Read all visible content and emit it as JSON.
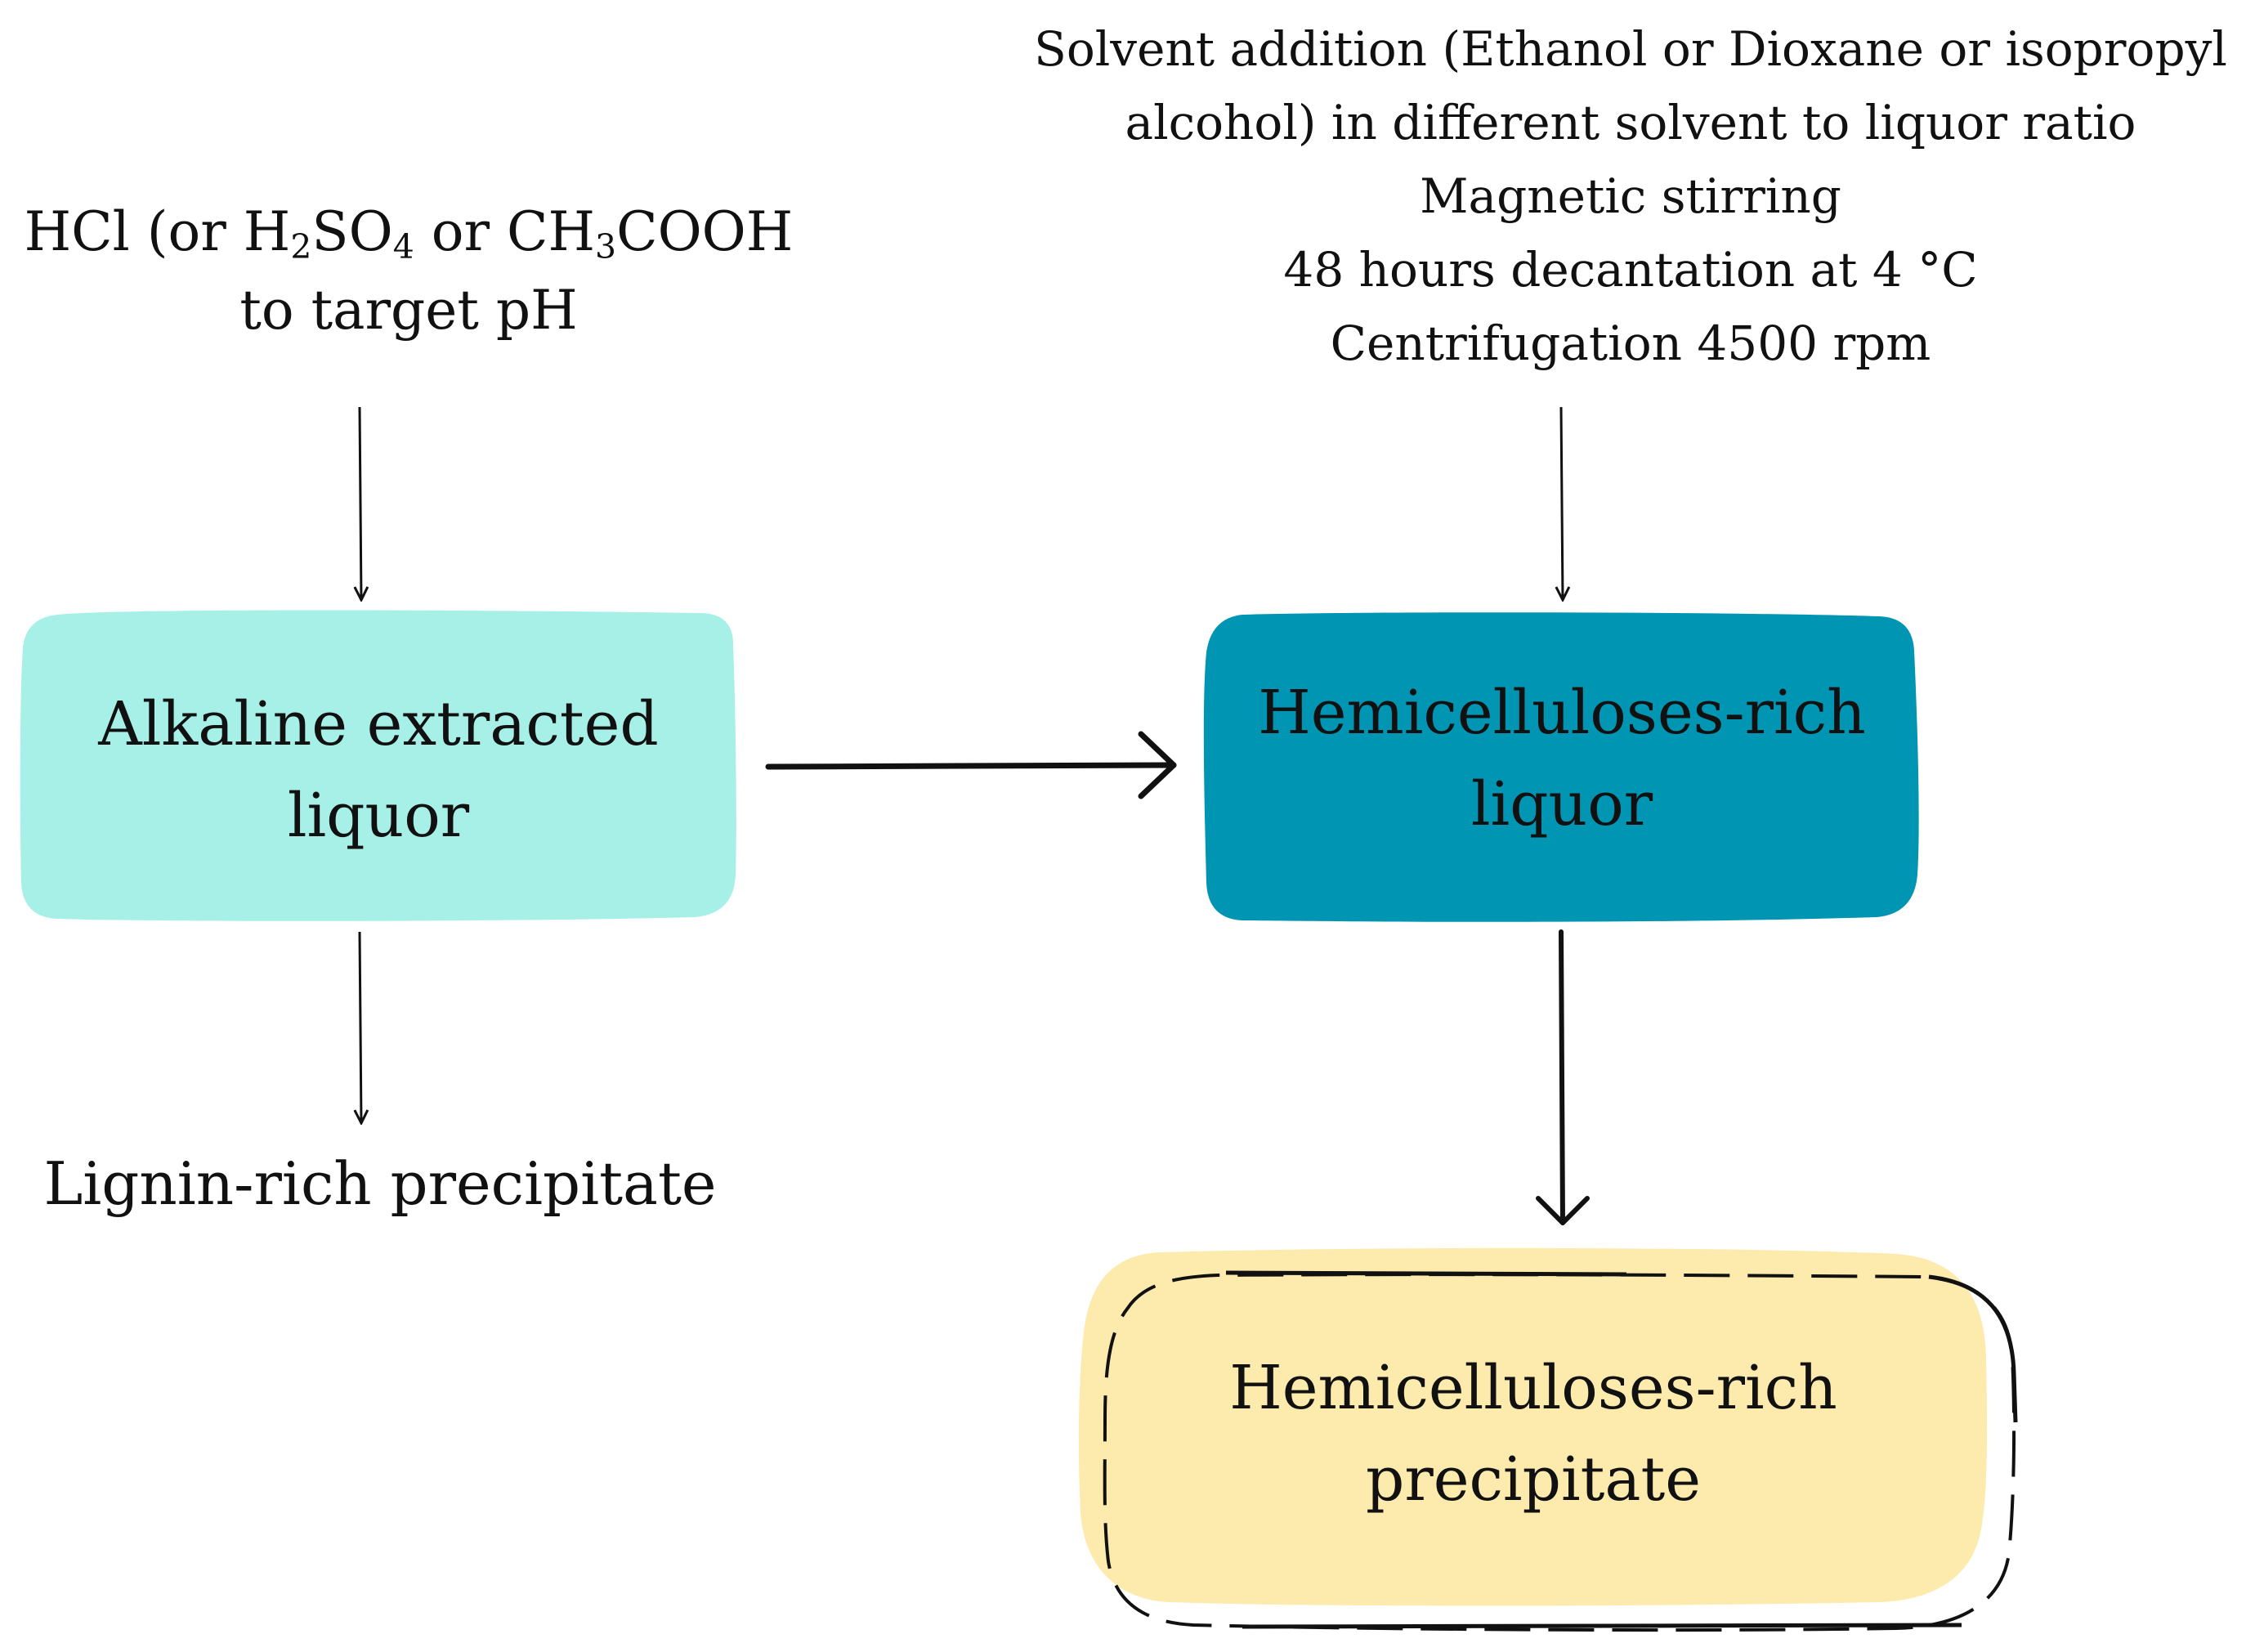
{
  "acid_step": {
    "reagent_prefix": "HCl (or H",
    "sub1": "2",
    "middle1": "SO",
    "sub2": "4",
    "middle2": " or CH",
    "sub3": "3",
    "reagent_suffix": "COOH",
    "line2": "to target pH"
  },
  "solvent_step": {
    "lines": [
      "Solvent addition (Ethanol or Dioxane or isopropyl",
      "alcohol) in different solvent to liquor ratio",
      "Magnetic stirring",
      "48 hours decantation at 4 °C",
      "Centrifugation 4500 rpm"
    ]
  },
  "nodes": {
    "alkaline": {
      "line1": "Alkaline extracted",
      "line2": "liquor",
      "color": "#a6f0e8"
    },
    "hemi_liquor": {
      "line1": "Hemicelluloses-rich",
      "line2": "liquor",
      "color": "#0096b3"
    },
    "hemi_precipitate": {
      "line1": "Hemicelluloses-rich",
      "line2": "precipitate",
      "color": "#fdeaad"
    }
  },
  "lignin_output": "Lignin-rich precipitate"
}
